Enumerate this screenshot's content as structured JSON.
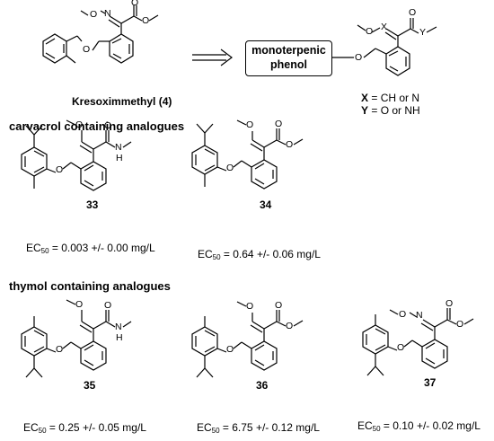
{
  "header": {
    "kresoxim_label": "Kresoximmethyl (4)",
    "box_line1": "monoterpenic",
    "box_line2": "phenol",
    "x_def_key": "X",
    "x_def_val": " = CH or N",
    "y_def_key": "Y",
    "y_def_val": " = O or NH",
    "x_atom": "X",
    "y_atom": "Y"
  },
  "atoms": {
    "O": "O",
    "N": "N",
    "H": "H"
  },
  "sections": {
    "carvacrol": "carvacrol containing analogues",
    "thymol": "thymol containing analogues"
  },
  "compounds": [
    {
      "id": "33",
      "ec_prefix": "EC",
      "ec_sub": "50",
      "ec_value": " = 0.003 +/- 0.00 mg/L"
    },
    {
      "id": "34",
      "ec_prefix": "EC",
      "ec_sub": "50",
      "ec_value": " = 0.64 +/- 0.06 mg/L"
    },
    {
      "id": "35",
      "ec_prefix": "EC",
      "ec_sub": "50",
      "ec_value": " = 0.25 +/- 0.05 mg/L"
    },
    {
      "id": "36",
      "ec_prefix": "EC",
      "ec_sub": "50",
      "ec_value": " = 6.75 +/- 0.12 mg/L"
    },
    {
      "id": "37",
      "ec_prefix": "EC",
      "ec_sub": "50",
      "ec_value": " = 0.10 +/- 0.02 mg/L"
    }
  ]
}
